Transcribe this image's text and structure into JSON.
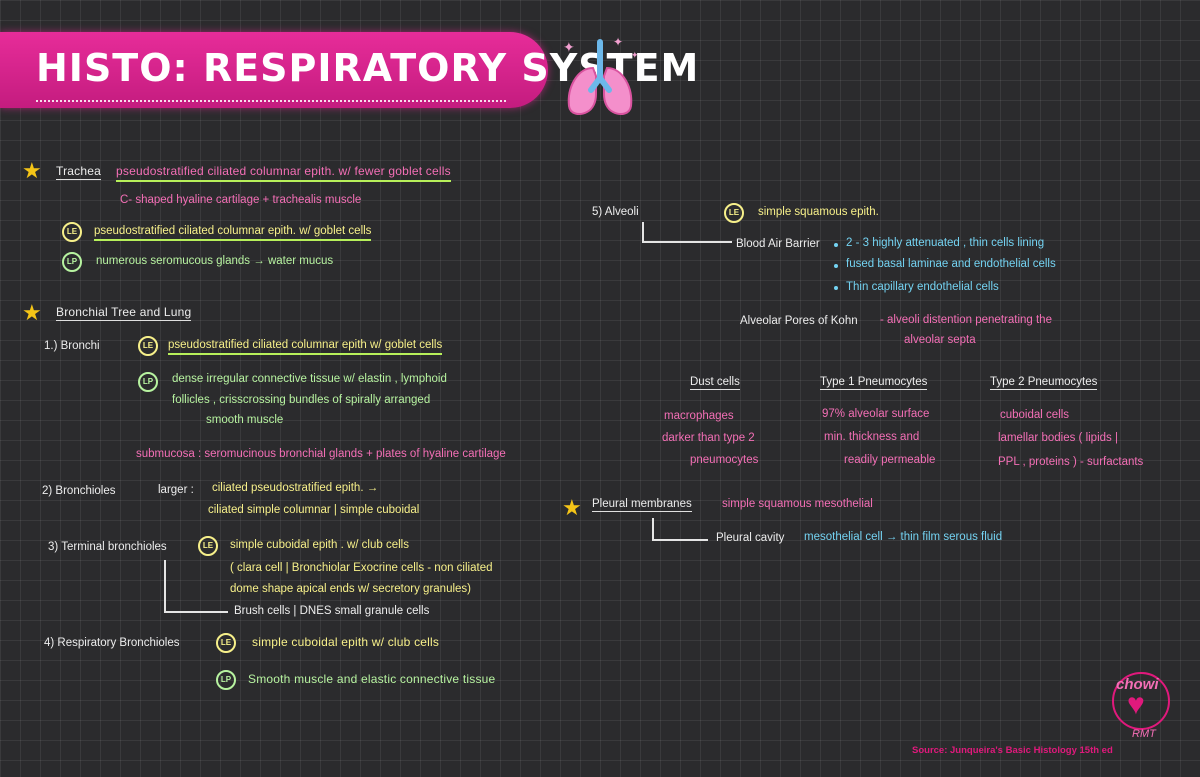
{
  "title": "HISTO: RESPIRATORY SYSTEM",
  "trachea": {
    "label": "Trachea",
    "desc1": "pseudostratified ciliated columnar epith. w/ fewer goblet cells",
    "desc2": "C- shaped hyaline cartilage    + trachealis muscle",
    "le_badge": "LE",
    "le_text": "pseudostratified ciliated columnar epith. w/ goblet cells",
    "lp_badge": "LP",
    "lp_text": "numerous seromucous glands → water mucus"
  },
  "bronchial": {
    "label": "Bronchial Tree and Lung",
    "bronchi": {
      "label": "1.)  Bronchi",
      "le_badge": "LE",
      "le_text": "pseudostratified ciliated columnar epith w/ goblet cells",
      "lp_badge": "LP",
      "lp_line1": "dense irregular connective tissue w/ elastin , lymphoid",
      "lp_line2": "follicles , crisscrossing bundles of spirally arranged",
      "lp_line3": "smooth muscle",
      "submucosa": "submucosa :  seromucinous bronchial glands + plates of hyaline  cartilage"
    },
    "bronchioles": {
      "label": "2)   Bronchioles",
      "larger": "larger :",
      "line1": "ciliated  pseudostratified epith. →",
      "line2": "ciliated simple columnar | simple cuboidal"
    },
    "terminal": {
      "label": "3) Terminal bronchioles",
      "le_badge": "LE",
      "le_text": "simple cuboidal  epith . w/ club cells",
      "line1": "( clara cell | Bronchiolar  Exocrine cells -  non ciliated",
      "line2": "dome shape  apical  ends  w/ secretory  granules)",
      "line3": "Brush cells | DNES small granule cells"
    },
    "respiratory": {
      "label": "4)  Respiratory Bronchioles",
      "le_badge": "LE",
      "le_text": "simple cuboidal epith w/ club cells",
      "lp_badge": "LP",
      "lp_text": "Smooth muscle and elastic connective tissue"
    }
  },
  "alveoli": {
    "label": "5)  Alveoli",
    "le_badge": "LE",
    "le_text": "simple squamous epith.",
    "barrier_label": "Blood Air Barrier",
    "barrier_items": [
      "2 - 3 highly attenuated , thin cells lining",
      "fused basal laminae and endothelial cells",
      "Thin capillary endothelial  cells"
    ],
    "pores_label": "Alveolar Pores of Kohn",
    "pores_line1": "-  alveoli distention penetrating the",
    "pores_line2": "alveolar septa"
  },
  "cells": {
    "dust": {
      "header": "Dust cells",
      "lines": [
        "macrophages",
        "darker than type 2",
        "pneumocytes"
      ]
    },
    "type1": {
      "header": "Type 1  Pneumocytes",
      "lines": [
        "97% alveolar  surface",
        "min. thickness and",
        "readily permeable"
      ]
    },
    "type2": {
      "header": "Type 2 Pneumocytes",
      "lines": [
        "cuboidal cells",
        "lamellar bodies ( lipids |",
        "PPL , proteins )  - surfactants"
      ]
    }
  },
  "pleural": {
    "label": "Pleural membranes",
    "desc": "simple squamous mesothelial",
    "cavity_label": "Pleural cavity",
    "cavity_desc": "mesothelial cell → thin film serous fluid"
  },
  "logo": {
    "top": "chowi",
    "bottom": "RMT"
  },
  "source": "Source: Junqueira's Basic Histology 15th ed",
  "icons": {
    "star": "star-icon",
    "lungs": "lungs-icon",
    "heart": "heart-icon"
  }
}
